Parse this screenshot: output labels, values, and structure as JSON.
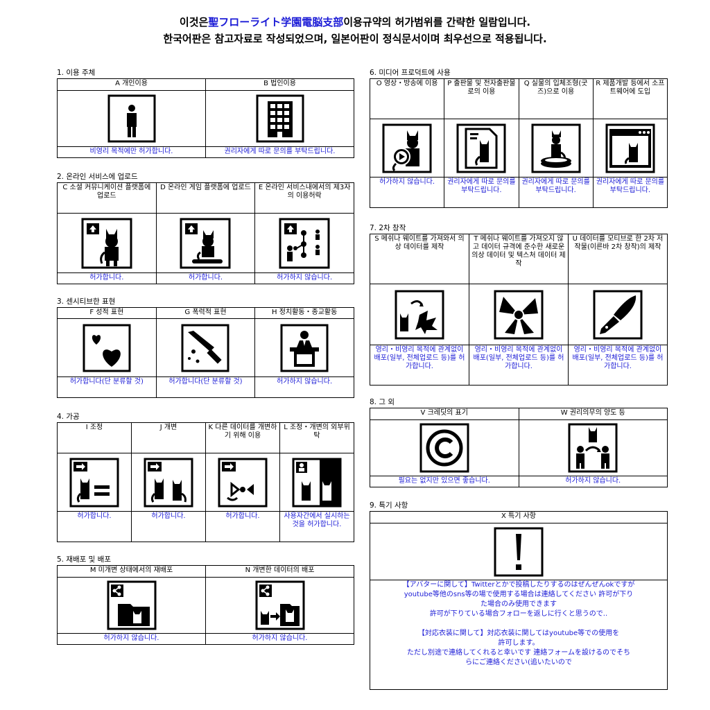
{
  "header": {
    "line1_pre": "이것은",
    "line1_brand": "聖フローライト学園電脳支部",
    "line1_post": "이용규약의 허가범위를 간략한 일람입니다.",
    "line2": "한국어판은 참고자료로 작성되었으며, 일본어판이 정식문서이며 최우선으로 적용됩니다."
  },
  "sections": {
    "s1": {
      "title": "1. 이용 주체",
      "items": [
        {
          "label": "A 개인이용",
          "status": "비영리 목적에만 허가합니다.",
          "icon": "person-icon"
        },
        {
          "label": "B 법인이용",
          "status": "권리자에게 따로 문의를 부탁드립니다.",
          "icon": "building-icon"
        }
      ]
    },
    "s2": {
      "title": "2. 온라인 서비스에 업로드",
      "items": [
        {
          "label": "C 소셜 커뮤니케이션 플랫폼에 업로드",
          "status": "허가합니다.",
          "icon": "upload-social-icon"
        },
        {
          "label": "D 온라인 게임 플랫폼에 업로드",
          "status": "허가합니다.",
          "icon": "upload-game-icon"
        },
        {
          "label": "E 온라인 서비스내에서의 제3자의 이용허락",
          "status": "허가하지 않습니다.",
          "icon": "third-party-share-icon"
        }
      ]
    },
    "s3": {
      "title": "3. 센시티브한 표현",
      "items": [
        {
          "label": "F 성적 표현",
          "status": "허가합니다(단 분류할 것)",
          "icon": "hearts-icon"
        },
        {
          "label": "G 폭력적 표현",
          "status": "허가합니다(단 분류할 것)",
          "icon": "knife-icon"
        },
        {
          "label": "H 정치활동・종교활동",
          "status": "허가하지 않습니다.",
          "icon": "podium-icon"
        }
      ]
    },
    "s4": {
      "title": "4. 가공",
      "items": [
        {
          "label": "I 조정",
          "status": "허가합니다.",
          "icon": "adjust-icon"
        },
        {
          "label": "J 개변",
          "status": "허가합니다.",
          "icon": "modify-icon"
        },
        {
          "label": "K 다른 데이터를 개변하기 위해 이용",
          "status": "허가합니다.",
          "icon": "use-for-other-icon"
        },
        {
          "label": "L 조정・개변의 외부위탁",
          "status": "사용자간에서 실시하는 것을 허가합니다.",
          "icon": "outsource-icon"
        }
      ]
    },
    "s5": {
      "title": "5. 재배포 및 배포",
      "items": [
        {
          "label": "M 미개변 상태에서의 재배포",
          "status": "허가하지 않습니다.",
          "icon": "redistribute-icon"
        },
        {
          "label": "N 개변한 데이터의 배포",
          "status": "허가하지 않습니다.",
          "icon": "distribute-modified-icon"
        }
      ]
    },
    "s6": {
      "title": "6. 미디어 프로덕트에 사용",
      "items": [
        {
          "label": "O 영상・방송에 이용",
          "status": "허가하지 않습니다.",
          "icon": "video-icon"
        },
        {
          "label": "P 출판물 및 전자출판물로의 이용",
          "status": "권리자에게 따로 문의를 부탁드립니다.",
          "icon": "publication-icon"
        },
        {
          "label": "Q 실물의 입체조형(굿즈)으로 이용",
          "status": "권리자에게 따로 문의를 부탁드립니다.",
          "icon": "figure-icon"
        },
        {
          "label": "R 제품개발 등에서 소프트웨어에 도입",
          "status": "권리자에게 따로 문의를 부탁드립니다.",
          "icon": "software-icon"
        }
      ]
    },
    "s7": {
      "title": "7. 2차 창작",
      "items": [
        {
          "label": "S 메쉬나 웨이트를 가져와서 의상 데이터를 제작",
          "status": "영리・비영리 목적에 관계없이 배포(일부, 전체업로드 등)를 허가합니다.",
          "icon": "mesh-import-icon"
        },
        {
          "label": "T 메쉬나 웨이트를 가져오지 않고 데이터 규격에 준수한 새로운 의상 데이터 및 텍스처 데이터 제작",
          "status": "영리・비영리 목적에 관계없이 배포(일부, 전체업로드 등)를 허가합니다.",
          "icon": "bow-icon"
        },
        {
          "label": "U 데이터를 모티브로 한 2차 저작물(이른바 2차 창작)의 제작",
          "status": "영리・비영리 목적에 관계없이 배포(일부, 전체업로드 등)를 허가합니다.",
          "icon": "pen-icon"
        }
      ]
    },
    "s8": {
      "title": "8. 그 외",
      "items": [
        {
          "label": "V 크레딧의 표기",
          "status": "필요는 없지만 있으면 좋습니다.",
          "icon": "copyright-icon"
        },
        {
          "label": "W 권리의무의 양도 등",
          "status": "허가하지 않습니다.",
          "icon": "transfer-icon"
        }
      ]
    },
    "s9": {
      "title": "9. 특기 사항",
      "label": "X 특기 사항",
      "icon": "exclamation-icon",
      "notes": [
        "【アバターに関して】Twitterとかで投稿したりするのはぜんぜんokですが",
        "youtube等他のsns等の場で使用する場合は連絡してください 許可が下り",
        "た場合のみ使用できます",
        "許可が下りている場合フォローを返しに行くと思うので..",
        "",
        "【対応衣装に関して】対応衣装に関してはyoutube等での使用を",
        "許可します。",
        "ただし別途で連絡してくれると幸いです 連絡フォームを設けるのでそち",
        "らにご連絡ください(追いたいので"
      ]
    }
  },
  "colors": {
    "status_text": "#1a1ad6",
    "border": "#000000"
  }
}
